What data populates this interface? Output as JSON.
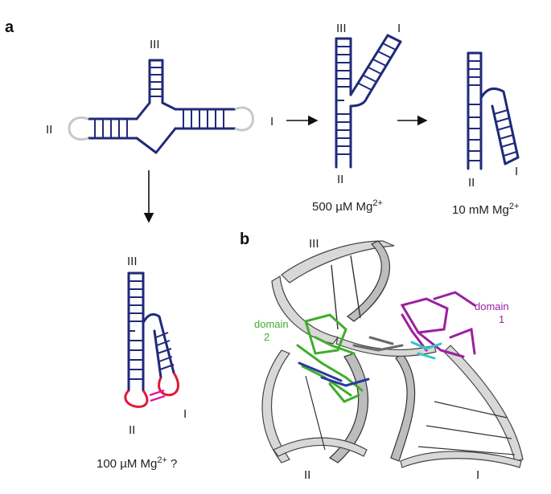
{
  "panels": {
    "a": "a",
    "b": "b"
  },
  "helix_labels": {
    "I": "I",
    "II": "II",
    "III": "III"
  },
  "conditions": {
    "c500": "500 µM Mg",
    "c10": "10 mM Mg",
    "c100": "100 µM Mg",
    "charge": "2+",
    "question": " ?"
  },
  "domains": {
    "d2_word": "domain",
    "d2_num": "2",
    "d1_word": "domain",
    "d1_num": "1"
  },
  "colors": {
    "strand": "#1f2a7a",
    "loop_gray": "#c8c8c8",
    "loop_red": "#e0183c",
    "interaction_magenta": "#e0189a",
    "domain1": "#9c1fa0",
    "domain2": "#3fae2a",
    "cyan": "#33c6cc"
  }
}
